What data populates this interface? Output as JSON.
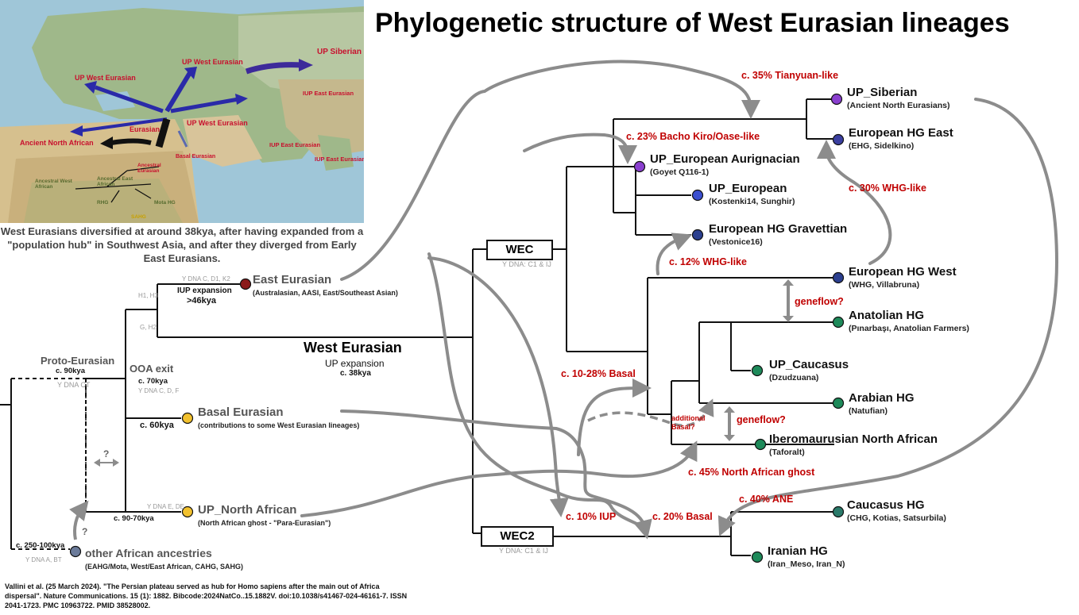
{
  "title": "Phylogenetic structure of West Eurasian lineages",
  "map_caption": "West Eurasians diversified at around 38kya, after having expanded from a \"population hub\" in Southwest Asia, and after they diverged from Early East Eurasians.",
  "citation": "Vallini et al. (25 March 2024). \"The Persian plateau served as hub for Homo sapiens after the main out of Africa dispersal\". Nature Communications. 15 (1): 1882. Bibcode:2024NatCo..15.1882V. doi:10.1038/s41467-024-46161-7. ISSN 2041-1723. PMC 10963722. PMID 38528002.",
  "map": {
    "labels": {
      "up_siberian": "UP Siberian",
      "up_west_eurasian_n": "UP West Eurasian",
      "up_west_eurasian_w": "UP West Eurasian",
      "up_west_eurasian_e": "UP West Eurasian",
      "iup_east_eurasian_1": "IUP East Eurasian",
      "iup_east_eurasian_2": "IUP East Eurasian",
      "iup_east_eurasian_3": "IUP East Eurasian",
      "eurasian": "Eurasian",
      "ancient_north_african": "Ancient North African",
      "basal_eurasian": "Basal Eurasian",
      "ancestral_eurasian": "Ancestral Eurasian",
      "ancestral_east_african": "Ancestral East African",
      "ancestral_west_african": "Ancestral West African",
      "rhg": "RHG",
      "mota_hg": "Mota HG",
      "sahg": "SAHG"
    }
  },
  "boxes": {
    "wec": "WEC",
    "wec2": "WEC2"
  },
  "nodes": {
    "proto_eurasian": "Proto-Eurasian",
    "proto_eurasian_date": "c. 90kya",
    "proto_eurasian_ydna": "Y DNA CT",
    "ooa_exit": "OOA exit",
    "ooa_date": "c. 70kya",
    "ooa_ydna": "Y DNA C, D, F",
    "iup_expansion": "IUP expansion",
    "iup_date": ">46kya",
    "h1h3": "H1, H3",
    "g_h2": "G, H2",
    "ydna_c_d1_k2": "Y DNA C, D1, K2",
    "west_eurasian": "West Eurasian",
    "up_expansion": "UP expansion",
    "up_date": "c. 38kya",
    "basal_date": "c. 60kya",
    "una_date": "c. 90-70kya",
    "una_ydna": "Y DNA E, DE",
    "african_date": "c. 250-100kya",
    "african_ydna": "Y DNA A, BT",
    "q_mark_1": "?",
    "q_mark_2": "?",
    "wec_ydna": "Y DNA: C1 & IJ",
    "wec2_ydna": "Y DNA: C1 & IJ"
  },
  "leaves": [
    {
      "id": "east_eurasian",
      "name": "East Eurasian",
      "sub": "(Australasian, AASI, East/Southeast Asian)",
      "color": "#8b1a1a"
    },
    {
      "id": "basal_eurasian",
      "name": "Basal Eurasian",
      "sub": "(contributions to some West Eurasian lineages)",
      "color": "#f2c12e"
    },
    {
      "id": "up_north_african",
      "name": "UP_North African",
      "sub": "(North African ghost - \"Para-Eurasian\")",
      "color": "#f2c12e"
    },
    {
      "id": "other_african",
      "name": "other African ancestries",
      "sub": "(EAHG/Mota, West/East African, CAHG, SAHG)",
      "color": "#6b7b9a"
    },
    {
      "id": "up_siberian",
      "name": "UP_Siberian",
      "sub": "(Ancient North Eurasians)",
      "color": "#8a3fcf"
    },
    {
      "id": "european_hg_east",
      "name": "European HG East",
      "sub": "(EHG, Sidelkino)",
      "color": "#3b3fa0"
    },
    {
      "id": "up_european_aurignacian",
      "name": "UP_European Aurignacian",
      "sub": "(Goyet Q116-1)",
      "color": "#8a3fcf"
    },
    {
      "id": "up_european",
      "name": "UP_European",
      "sub": "(Kostenki14, Sunghir)",
      "color": "#3b4fd0"
    },
    {
      "id": "european_hg_gravettian",
      "name": "European HG Gravettian",
      "sub": "(Vestonice16)",
      "color": "#2b3f8f"
    },
    {
      "id": "european_hg_west",
      "name": "European HG West",
      "sub": "(WHG, Villabruna)",
      "color": "#2b3f8f"
    },
    {
      "id": "anatolian_hg",
      "name": "Anatolian HG",
      "sub": "(Pınarbaşı, Anatolian Farmers)",
      "color": "#1e8a5a"
    },
    {
      "id": "up_caucasus",
      "name": "UP_Caucasus",
      "sub": "(Dzudzuana)",
      "color": "#1e8a5a"
    },
    {
      "id": "arabian_hg",
      "name": "Arabian HG",
      "sub": "(Natufian)",
      "color": "#1e8a5a"
    },
    {
      "id": "iberomaurusian",
      "name": "Iberomaurusian North African",
      "sub": "(Taforalt)",
      "color": "#1e8a5a"
    },
    {
      "id": "caucasus_hg",
      "name": "Caucasus HG",
      "sub": "(CHG, Kotias, Satsurbila)",
      "color": "#2a7a6a"
    },
    {
      "id": "iranian_hg",
      "name": "Iranian HG",
      "sub": "(Iran_Meso, Iran_N)",
      "color": "#1e8a5a"
    }
  ],
  "admixtures": {
    "tianyuan": "c. 35% Tianyuan-like",
    "bacho_kiro": "c. 23% Bacho Kiro/Oase-like",
    "whg_30": "c. 30% WHG-like",
    "whg_12": "c. 12% WHG-like",
    "basal_10_28": "c. 10-28% Basal",
    "north_african_ghost": "c. 45% North African ghost",
    "ane_40": "c. 40% ANE",
    "iup_10": "c. 10% IUP",
    "basal_20": "c. 20% Basal",
    "geneflow_1": "geneflow?",
    "geneflow_2": "geneflow?",
    "additional_basal": "additional Basal?"
  },
  "colors": {
    "admix_red": "#c00000",
    "arrow_grey": "#8c8c8c",
    "line": "#111111"
  }
}
